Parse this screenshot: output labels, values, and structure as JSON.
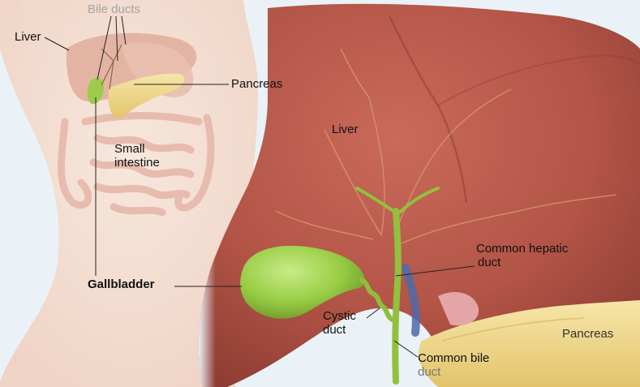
{
  "labels": {
    "bile_ducts": "Bile ducts",
    "liver_small": "Liver",
    "pancreas_small": "Pancreas",
    "small_intestine_1": "Small",
    "small_intestine_2": "intestine",
    "gallbladder": "Gallbladder",
    "liver_large": "Liver",
    "common_hepatic_1": "Common hepatic",
    "common_hepatic_2": "duct",
    "cystic_1": "Cystic",
    "cystic_2": "duct",
    "common_bile_1": "Common bile",
    "common_bile_2": "duct",
    "pancreas_large": "Pancreas"
  },
  "colors": {
    "background": "#eaf2f8",
    "body_skin": "#f3ddd2",
    "liver": "#b8564a",
    "gallbladder": "#8cc23c",
    "pancreas": "#f0d98a",
    "duct_green": "#93b73c"
  }
}
